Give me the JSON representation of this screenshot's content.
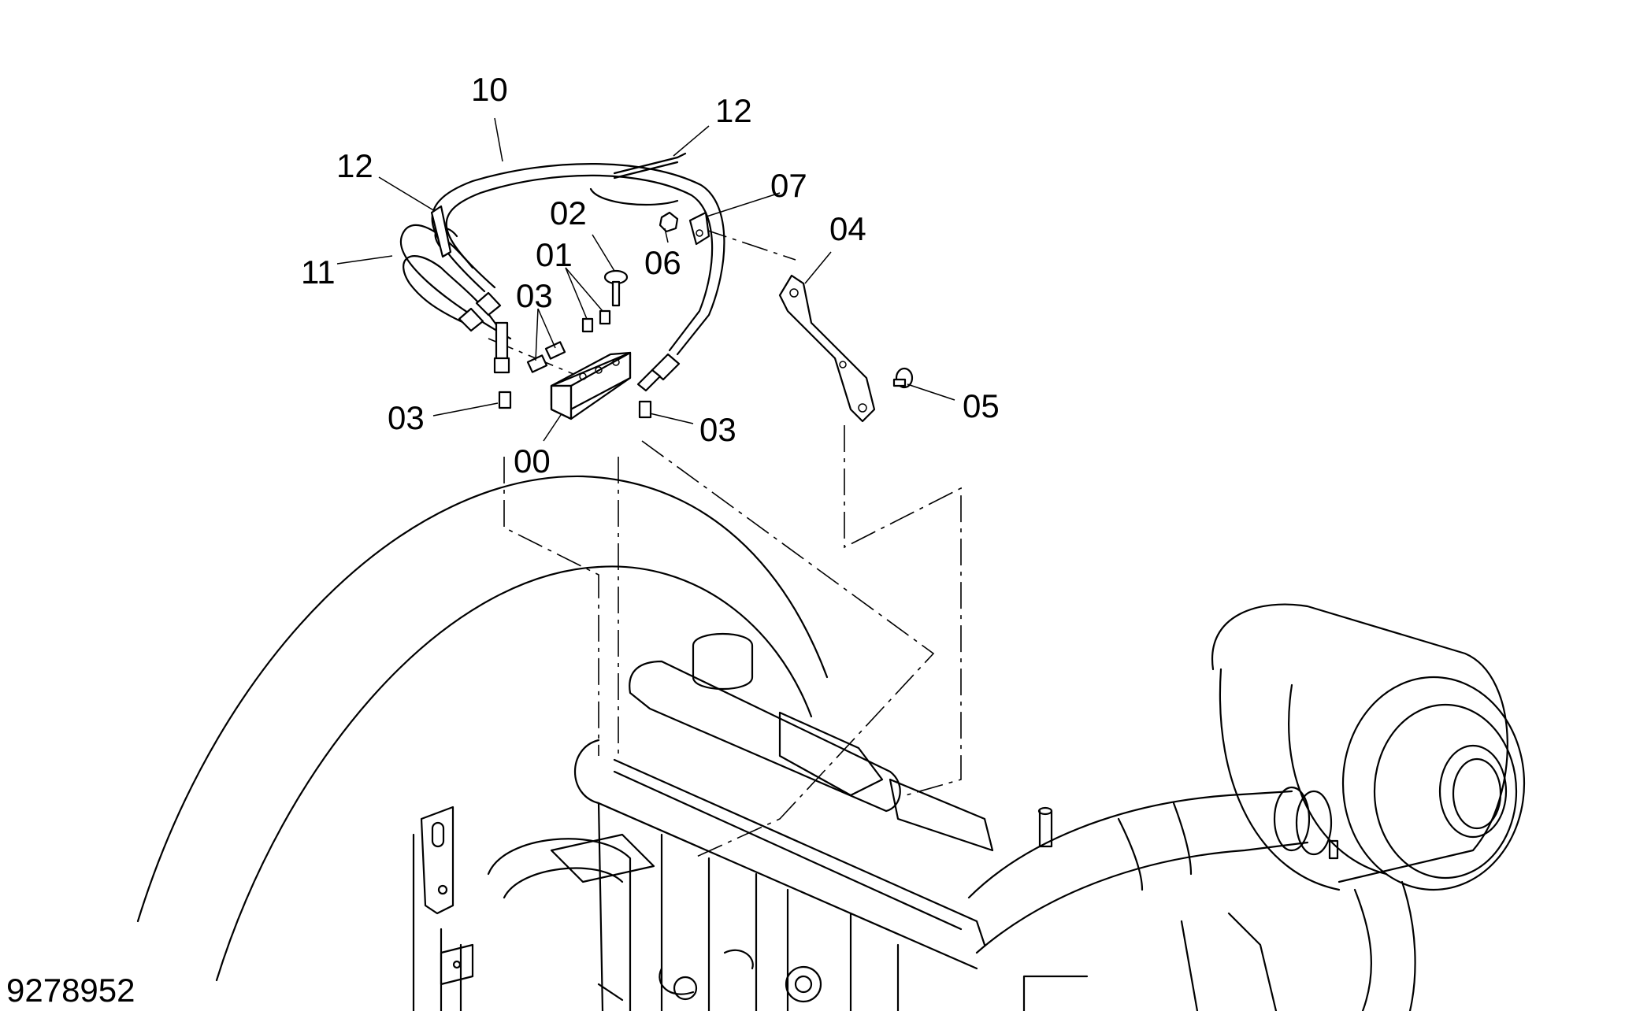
{
  "diagram": {
    "drawing_number": "9278952",
    "callouts": [
      {
        "id": "c10",
        "text": "10"
      },
      {
        "id": "c12a",
        "text": "12"
      },
      {
        "id": "c12b",
        "text": "12"
      },
      {
        "id": "c07",
        "text": "07"
      },
      {
        "id": "c02",
        "text": "02"
      },
      {
        "id": "c04",
        "text": "04"
      },
      {
        "id": "c11",
        "text": "11"
      },
      {
        "id": "c01",
        "text": "01"
      },
      {
        "id": "c06",
        "text": "06"
      },
      {
        "id": "c03a",
        "text": "03"
      },
      {
        "id": "c05",
        "text": "05"
      },
      {
        "id": "c03b",
        "text": "03"
      },
      {
        "id": "c03c",
        "text": "03"
      },
      {
        "id": "c00",
        "text": "00"
      }
    ]
  }
}
